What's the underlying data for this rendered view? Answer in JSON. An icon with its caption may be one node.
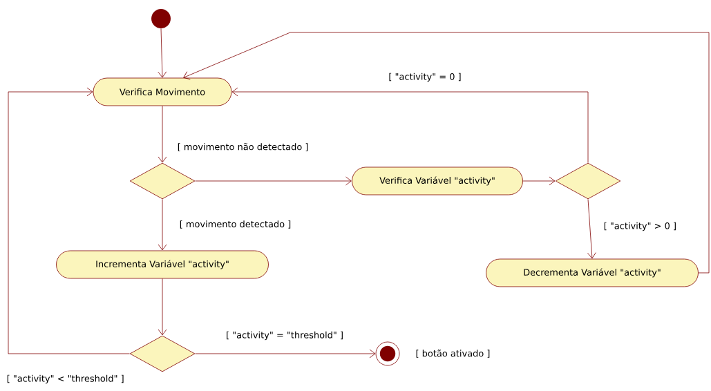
{
  "diagram": {
    "nodes": [
      {
        "text": [],
        "shape": "circle"
      },
      {
        "text": [
          "Verifica Movimento"
        ]
      },
      {
        "text": [],
        "shape": "diamond"
      },
      {
        "text": [
          "Verifica Variável \"activity\""
        ]
      },
      {
        "text": [],
        "shape": "diamond"
      },
      {
        "text": [
          "Decrementa Variável \"activity\""
        ]
      },
      {
        "text": [
          "Incrementa Variável \"activity\""
        ]
      },
      {
        "text": [],
        "shape": "diamond"
      },
      {
        "text": [],
        "shape": "circle",
        "beside": [
          "[ botão ativado ]"
        ]
      }
    ],
    "edges": [
      {
        "from": 0,
        "to": 1,
        "arrow": "to"
      },
      {
        "from": 1,
        "to": 2,
        "arrow": "to",
        "label": "[ movimento não detectado ]"
      },
      {
        "from": 2,
        "to": 3,
        "arrow": "to"
      },
      {
        "from": 2,
        "to": 6,
        "arrow": "to",
        "label": "[ movimento detectado ]"
      },
      {
        "from": 3,
        "to": 4,
        "arrow": "to"
      },
      {
        "from": 4,
        "to": 1,
        "arrow": "to",
        "label": "[ \"activity\" = 0 ]"
      },
      {
        "from": 4,
        "to": 5,
        "arrow": "to",
        "label": "[ \"activity\" > 0 ]"
      },
      {
        "from": 5,
        "to": 1,
        "arrow": "to"
      },
      {
        "from": 6,
        "to": 7,
        "arrow": "to"
      },
      {
        "from": 7,
        "to": 8,
        "arrow": "to",
        "label": "[ \"activity\" = \"threshold\" ]"
      },
      {
        "from": 7,
        "to": 1,
        "arrow": "to",
        "label": "[ \"activity\" < \"threshold\" ]"
      }
    ]
  }
}
